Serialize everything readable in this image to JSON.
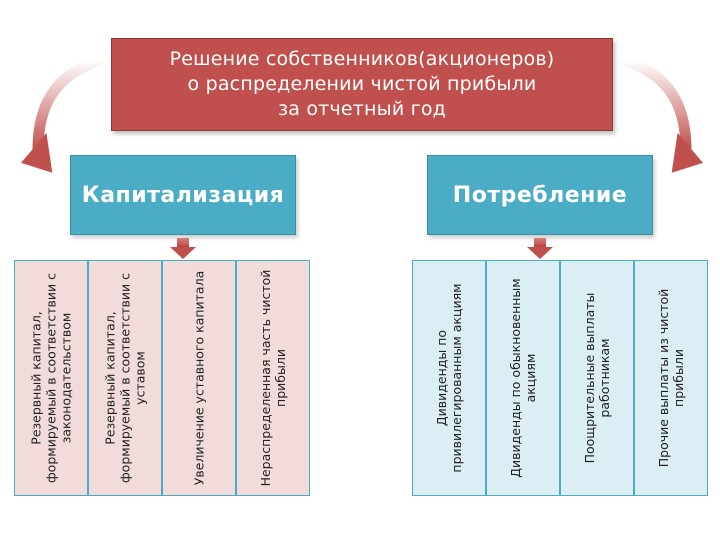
{
  "decision": {
    "lines": [
      "Решение собственников(акционеров)",
      "о распределении чистой прибыли",
      "за отчетный год"
    ]
  },
  "branches": {
    "left": {
      "title": "Капитализация"
    },
    "right": {
      "title": "Потребление"
    }
  },
  "capitalization_items": [
    "Резервный капитал, формируемый в соответствии с законодательством",
    "Резервный капитал, формируемый в соответствии с уставом",
    "Увеличение уставного капитала",
    "Нераспределенная часть чистой прибыли"
  ],
  "consumption_items": [
    "Дивиденды по привилегированным акциям",
    "Дивиденды по обыкновенным акциям",
    "Поощрительные выплаты работникам",
    "Прочие выплаты из чистой прибыли"
  ],
  "colors": {
    "decision": "#c0504d",
    "branch": "#4bacc6",
    "curved_arrow": "#c0504d",
    "down_arrow": "#c0504d",
    "capitalization_fill": "#f2dcdb",
    "consumption_fill": "#dbeef3"
  }
}
